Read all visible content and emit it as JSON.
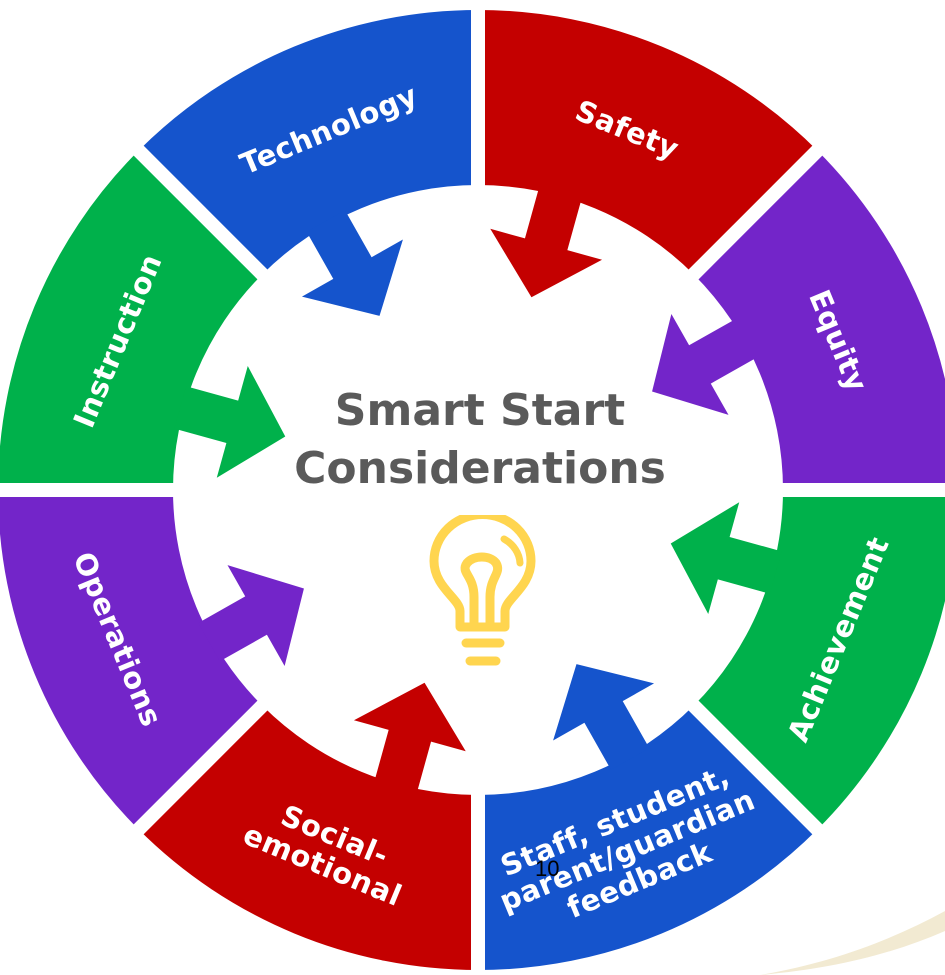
{
  "diagram": {
    "title_line1": "Smart Start",
    "title_line2": "Considerations",
    "page_number": "10",
    "center_icon": "lightbulb-icon",
    "colors": {
      "red": "#c40000",
      "purple": "#7325c9",
      "green": "#00b14b",
      "blue": "#1554cc",
      "title": "#5a5a5a",
      "bulb": "#ffd54f"
    },
    "segments": [
      {
        "lines": [
          "Safety"
        ],
        "color": "#c40000"
      },
      {
        "lines": [
          "Equity"
        ],
        "color": "#7325c9"
      },
      {
        "lines": [
          "Achievement"
        ],
        "color": "#00b14b"
      },
      {
        "lines": [
          "Staff, student,",
          "parent/guardian",
          "feedback"
        ],
        "color": "#1554cc"
      },
      {
        "lines": [
          "Social-",
          "emotional"
        ],
        "color": "#c40000"
      },
      {
        "lines": [
          "Operations"
        ],
        "color": "#7325c9"
      },
      {
        "lines": [
          "Instruction"
        ],
        "color": "#00b14b"
      },
      {
        "lines": [
          "Technology"
        ],
        "color": "#1554cc"
      }
    ]
  }
}
